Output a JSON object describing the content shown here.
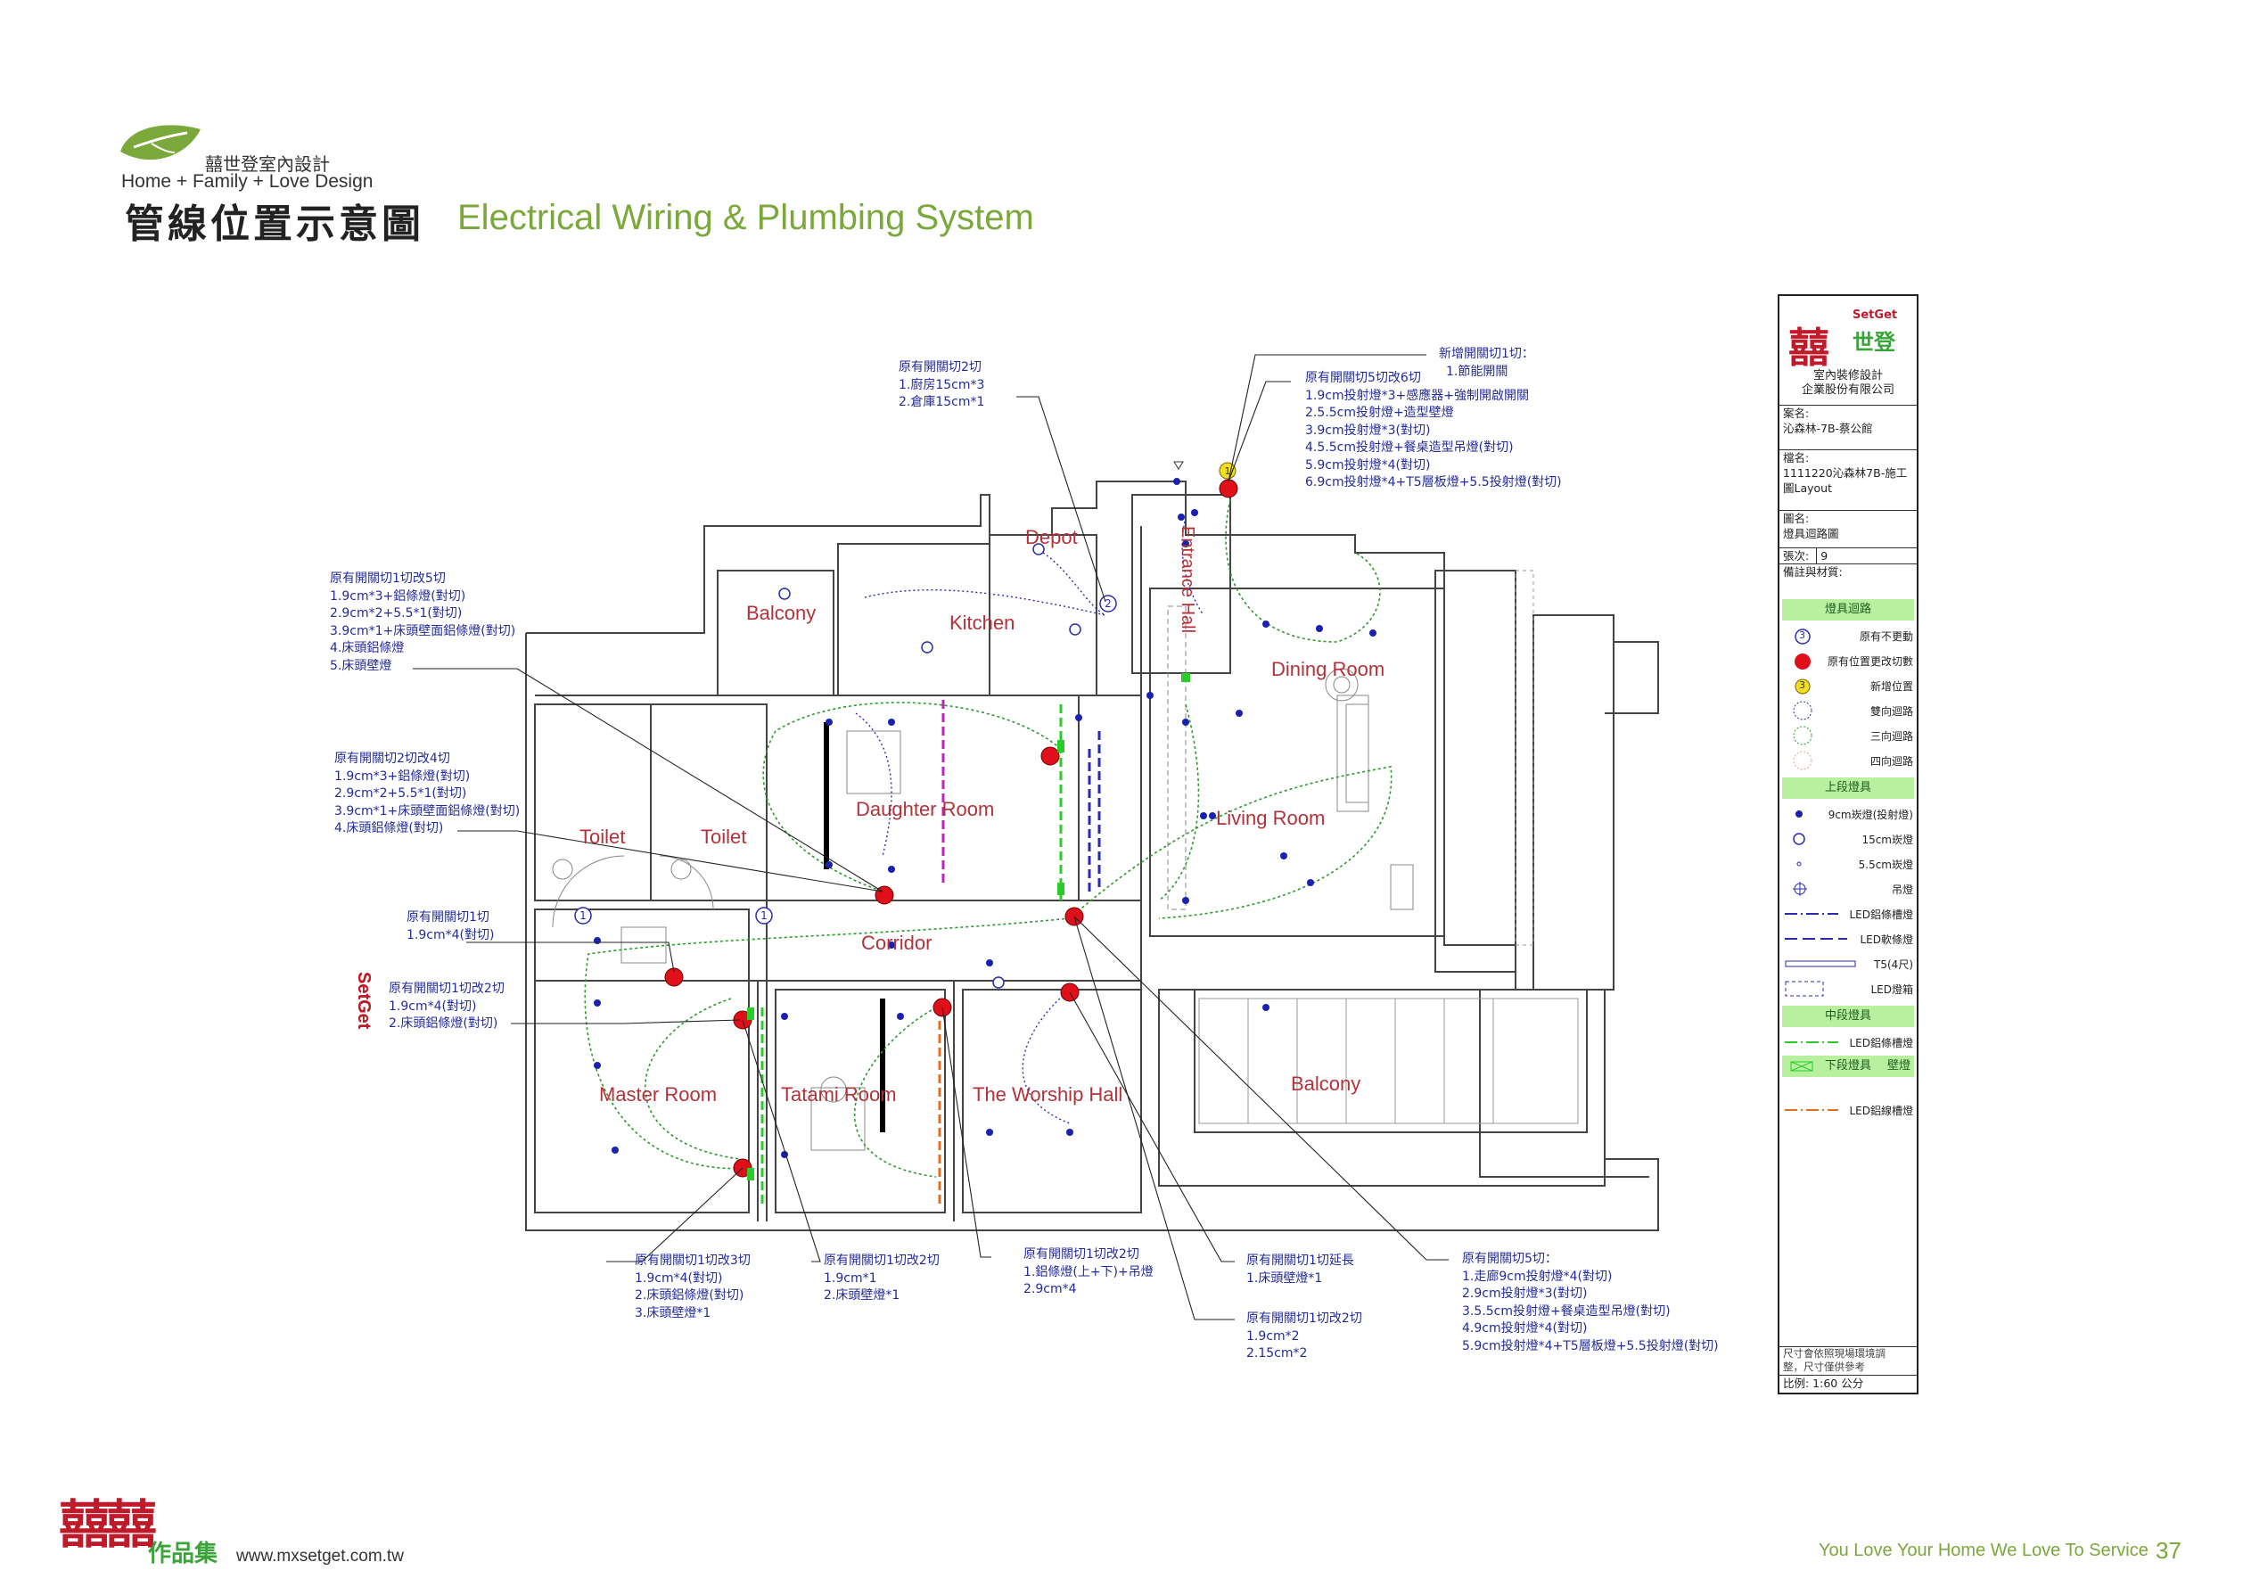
{
  "brand": {
    "company_cn": "囍世登室內設計",
    "tagline": "Home + Family + Love Design",
    "leaf_color": "#7aa83a"
  },
  "title": {
    "cn": "管線位置示意圖",
    "en": "Electrical Wiring & Plumbing System"
  },
  "side_logo": "SetGet",
  "rooms": {
    "depot": "Depot",
    "entrance_hall": "Entrance Hall",
    "balcony_top": "Balcony",
    "kitchen": "Kitchen",
    "dining_room": "Dining Room",
    "daughter_room": "Daughter Room",
    "living_room": "Living Room",
    "toilet_1": "Toilet",
    "toilet_2": "Toilet",
    "corridor": "Corridor",
    "master_room": "Master Room",
    "tatami_room": "Tatami Room",
    "worship_hall": "The Worship Hall",
    "balcony_right": "Balcony"
  },
  "notes": {
    "kitchen_depot": [
      "原有開關切2切",
      "1.廚房15cm*3",
      "2.倉庫15cm*1"
    ],
    "new_switch": [
      "新增開關切1切：",
      "1.節能開關"
    ],
    "entrance": [
      "原有開關切5切改6切",
      "1.9cm投射燈*3+感應器+強制開啟開關",
      "2.5.5cm投射燈+造型壁燈",
      "3.9cm投射燈*3(對切)",
      "4.5.5cm投射燈+餐桌造型吊燈(對切)",
      "5.9cm投射燈*4(對切)",
      "6.9cm投射燈*4+T5層板燈+5.5投射燈(對切)"
    ],
    "left_1": [
      "原有開關切1切改5切",
      "1.9cm*3+鋁條燈(對切)",
      "2.9cm*2+5.5*1(對切)",
      "3.9cm*1+床頭壁面鋁條燈(對切)",
      "4.床頭鋁條燈",
      "5.床頭壁燈"
    ],
    "left_2": [
      "原有開關切2切改4切",
      "1.9cm*3+鋁條燈(對切)",
      "2.9cm*2+5.5*1(對切)",
      "3.9cm*1+床頭壁面鋁條燈(對切)",
      "4.床頭鋁條燈(對切)"
    ],
    "left_3": [
      "原有開關切1切",
      "1.9cm*4(對切)"
    ],
    "left_4": [
      "原有開關切1切改2切",
      "1.9cm*4(對切)",
      "2.床頭鋁條燈(對切)"
    ],
    "bottom_1": [
      "原有開關切1切改3切",
      "1.9cm*4(對切)",
      "2.床頭鋁條燈(對切)",
      "3.床頭壁燈*1"
    ],
    "bottom_2": [
      "原有開關切1切改2切",
      "1.9cm*1",
      "2.床頭壁燈*1"
    ],
    "bottom_3": [
      "原有開關切1切改2切",
      "1.鋁條燈(上+下)+吊燈",
      "2.9cm*4"
    ],
    "bottom_4": [
      "原有開關切1切延長",
      "1.床頭壁燈*1"
    ],
    "bottom_5": [
      "原有開關切1切改2切",
      "1.9cm*2",
      "2.15cm*2"
    ],
    "bottom_6": [
      "原有開關切5切：",
      "1.走廊9cm投射燈*4(對切)",
      "2.9cm投射燈*3(對切)",
      "3.5.5cm投射燈+餐桌造型吊燈(對切)",
      "4.9cm投射燈*4(對切)",
      "5.9cm投射燈*4+T5層板燈+5.5投射燈(對切)"
    ]
  },
  "title_block": {
    "logo_text": "世登",
    "logo_small": "SetGet",
    "company": [
      "室內裝修設計",
      "企業股份有限公司"
    ],
    "case_label": "案名:",
    "case_value": "沁森林-7B-蔡公館",
    "file_label": "檔名:",
    "file_value": [
      "1111220沁森林7B-施工",
      "圖Layout"
    ],
    "drawing_label": "圖名:",
    "drawing_value": "燈具迴路圖",
    "sheet_label": "張次:",
    "sheet_value": "9",
    "remarks_label": "備註與材質:",
    "sections": {
      "circuits": "燈具迴路",
      "upper": "上段燈具",
      "middle": "中段燈具",
      "lower": "下段燈具",
      "lower_right": "壁燈"
    },
    "legend_circuits": [
      "原有不更動",
      "原有位置更改切數",
      "新增位置",
      "雙向迴路",
      "三向迴路",
      "四向迴路"
    ],
    "legend_marker_numbers": [
      "3",
      "3"
    ],
    "legend_upper": [
      "9cm崁燈(投射燈)",
      "15cm崁燈",
      "5.5cm崁燈",
      "吊燈",
      "LED鋁條槽燈",
      "LED軟條燈",
      "T5(4尺)",
      "LED燈箱",
      "LED鋁條槽燈"
    ],
    "legend_lower_extra": "LED鋁線槽燈",
    "footnote": [
      "尺寸會依照現場環境調",
      "整，尺寸僅供參考"
    ],
    "scale": "比例: 1:60 公分"
  },
  "footer": {
    "logo_text": "作品集",
    "website": "www.mxsetget.com.tw",
    "slogan": "You Love Your Home We Love To Service",
    "page_number": "37"
  },
  "colors": {
    "note_blue": "#232b9c",
    "room_red": "#b3323a",
    "brand_green": "#7aa83a",
    "logo_red": "#c01a2a",
    "wire_green": "#2a9a2a",
    "wire_blue": "#2a2ab0",
    "switch_red": "#e0101a",
    "switch_yellow": "#f0e020"
  }
}
